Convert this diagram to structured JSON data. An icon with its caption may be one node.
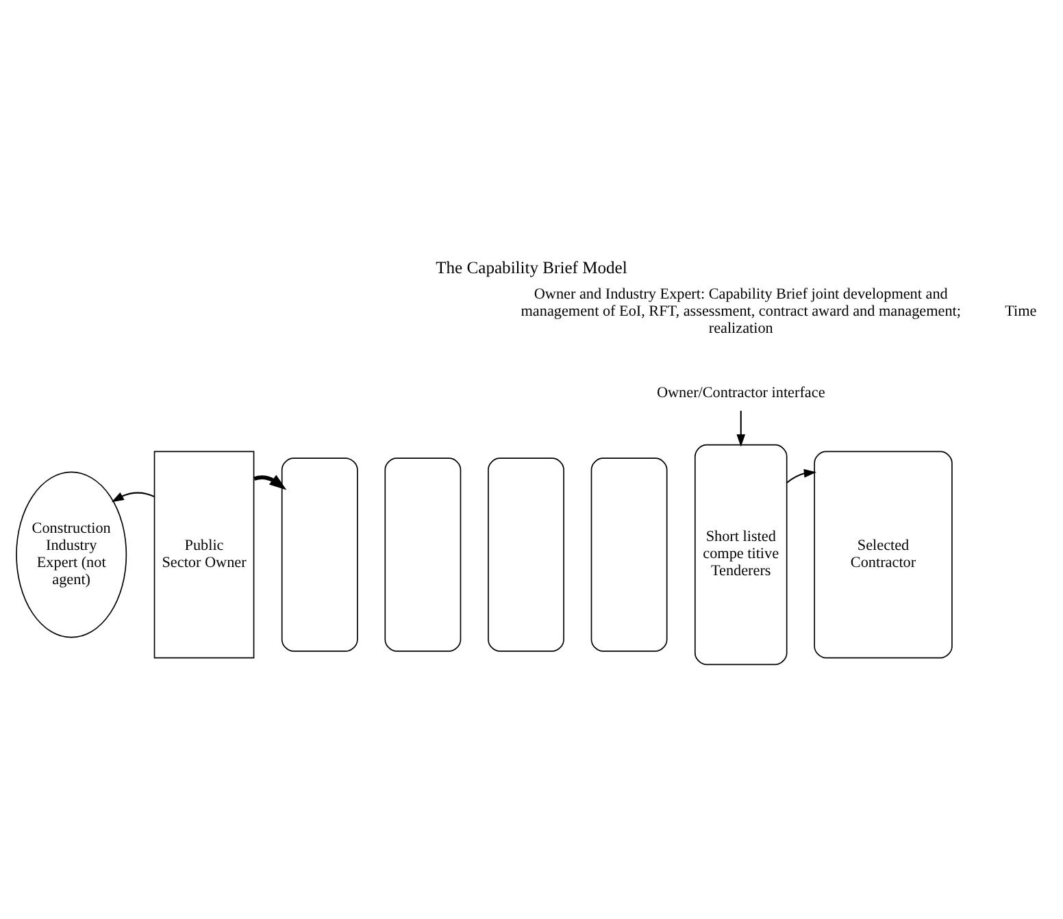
{
  "diagram": {
    "title": "The Capability Brief Model",
    "nodes": [
      {
        "text": [
          "Owner/Contractor interface"
        ]
      },
      {
        "text": [
          "Construction Industry Expert (not agent)"
        ]
      },
      {
        "text": [
          "Public Sector Owner"
        ]
      },
      {
        "text": [],
        "shape": "box"
      },
      {
        "text": [],
        "shape": "box"
      },
      {
        "text": [],
        "shape": "box"
      },
      {
        "text": [],
        "shape": "box"
      },
      {
        "text": [
          "Short listed compe titive Tenderers"
        ]
      },
      {
        "text": [
          "Selected Contractor"
        ]
      }
    ],
    "edges": [
      {
        "from": 2,
        "to": 1,
        "arrow": "to"
      },
      {
        "from": 2,
        "to": 3,
        "arrow": "to",
        "style": "thick"
      },
      {
        "from": 0,
        "to": 7,
        "arrow": "to"
      },
      {
        "from": 7,
        "to": 8,
        "arrow": "to"
      }
    ],
    "labels": [
      "Owner and Industry Expert: Capability Brief joint development and management of EoI, RFT, assessment, contract award and management; realization",
      "Time"
    ]
  }
}
